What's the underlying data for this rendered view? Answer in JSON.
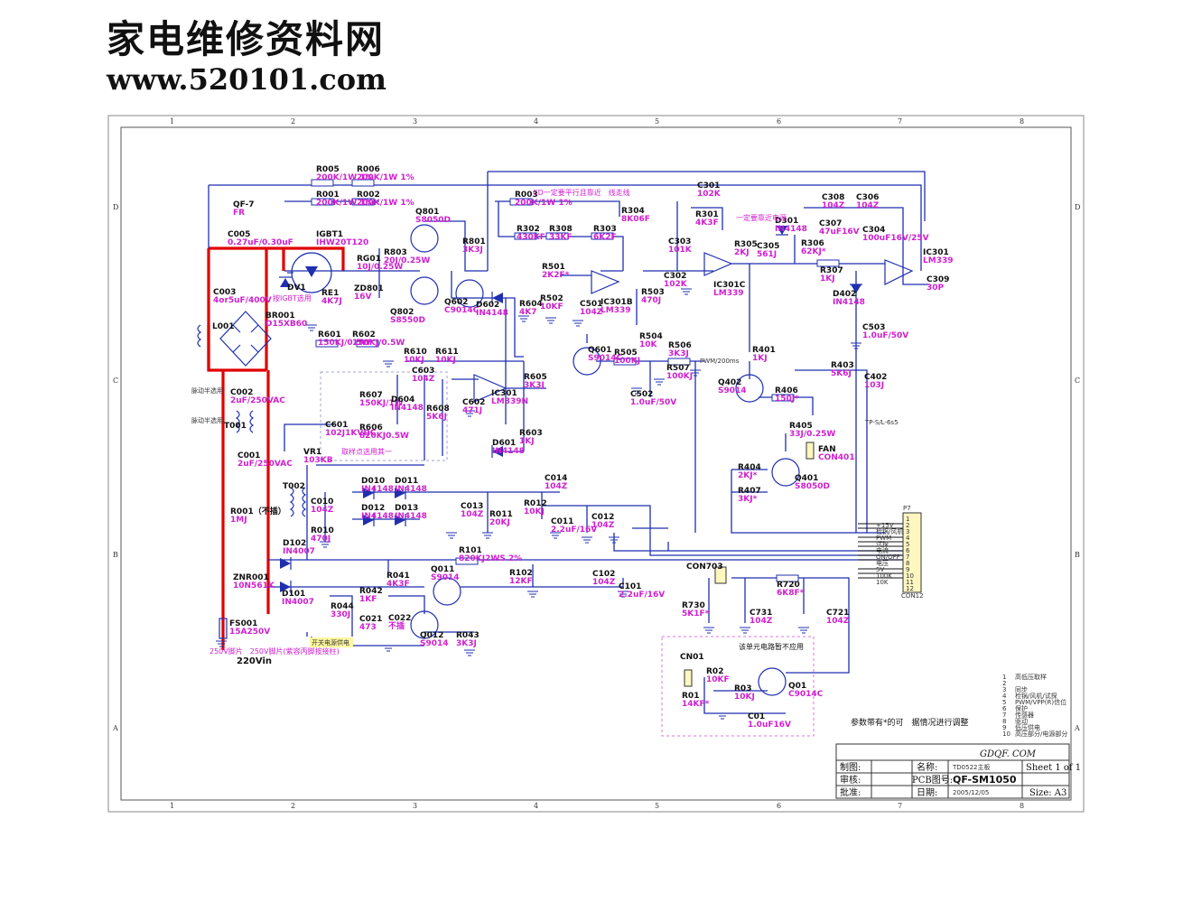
{
  "watermark": {
    "title": "家电维修资料网",
    "url": "www.520101.com"
  },
  "frame": {
    "columns": [
      "1",
      "2",
      "3",
      "4",
      "5",
      "6",
      "7",
      "8"
    ],
    "rows": [
      "D",
      "C",
      "B",
      "A"
    ]
  },
  "components": [
    {
      "ref": "R005",
      "value": "200K/1W 1%"
    },
    {
      "ref": "R006",
      "value": "200K/1W 1%"
    },
    {
      "ref": "R001",
      "value": "200K/1W 1%"
    },
    {
      "ref": "R002",
      "value": "200K/1W 1%"
    },
    {
      "ref": "R003",
      "value": "200K/1W 1%"
    },
    {
      "ref": "R304",
      "value": "8K06F"
    },
    {
      "ref": "R302",
      "value": "430KF"
    },
    {
      "ref": "R308",
      "value": "33KF"
    },
    {
      "ref": "R303",
      "value": "6K2F"
    },
    {
      "ref": "C301",
      "value": "102K"
    },
    {
      "ref": "R301",
      "value": "4K3F"
    },
    {
      "ref": "C303",
      "value": "101K"
    },
    {
      "ref": "C302",
      "value": "102K"
    },
    {
      "ref": "IC301C",
      "value": "LM339"
    },
    {
      "ref": "R305",
      "value": "2KJ"
    },
    {
      "ref": "C305",
      "value": "561J"
    },
    {
      "ref": "D301",
      "value": "IN4148"
    },
    {
      "ref": "C308",
      "value": "104Z"
    },
    {
      "ref": "C306",
      "value": "104Z"
    },
    {
      "ref": "C307",
      "value": "47uF16V"
    },
    {
      "ref": "C304",
      "value": "100uF16V/25V"
    },
    {
      "ref": "R306",
      "value": "62KJ*"
    },
    {
      "ref": "R307",
      "value": "1KJ"
    },
    {
      "ref": "IC301",
      "value": "LM339"
    },
    {
      "ref": "C309",
      "value": "30P"
    },
    {
      "ref": "D402",
      "value": "IN4148"
    },
    {
      "ref": "C503",
      "value": "1.0uF/50V"
    },
    {
      "ref": "IGBT1",
      "value": "IHW20T120"
    },
    {
      "ref": "QF-7",
      "value": "FR"
    },
    {
      "ref": "C005",
      "value": "0.27uF/0.30uF"
    },
    {
      "ref": "RG01",
      "value": "10J/0.25W"
    },
    {
      "ref": "R803",
      "value": "20J/0.25W"
    },
    {
      "ref": "Q801",
      "value": "S8050D"
    },
    {
      "ref": "R801",
      "value": "3K3J"
    },
    {
      "ref": "Q802",
      "value": "S8550D"
    },
    {
      "ref": "Q602",
      "value": "C9014C"
    },
    {
      "ref": "D602",
      "value": "IN4148"
    },
    {
      "ref": "DV1",
      "value": ""
    },
    {
      "ref": "RE1",
      "value": "4K7J"
    },
    {
      "ref": "ZD801",
      "value": "16V"
    },
    {
      "ref": "C003",
      "value": "4or5uF/400V"
    },
    {
      "ref": "BR001",
      "value": "D15XB60"
    },
    {
      "ref": "L001",
      "value": ""
    },
    {
      "ref": "R601",
      "value": "150KJ/0.5W"
    },
    {
      "ref": "R602",
      "value": "150KJ/0.5W"
    },
    {
      "ref": "R610",
      "value": "10KJ"
    },
    {
      "ref": "R611",
      "value": "10KJ"
    },
    {
      "ref": "C603",
      "value": "104Z"
    },
    {
      "ref": "R607",
      "value": "150KJ/1W"
    },
    {
      "ref": "D604",
      "value": "IN4148"
    },
    {
      "ref": "R608",
      "value": "5K6J"
    },
    {
      "ref": "C602",
      "value": "471J"
    },
    {
      "ref": "IC301A",
      "value": "LM339N"
    },
    {
      "ref": "R605",
      "value": "3K3J"
    },
    {
      "ref": "R604",
      "value": "4K7"
    },
    {
      "ref": "R501",
      "value": "2K2F*"
    },
    {
      "ref": "R502",
      "value": "10KF"
    },
    {
      "ref": "C501",
      "value": "104Z"
    },
    {
      "ref": "IC301B",
      "value": "LM339"
    },
    {
      "ref": "R503",
      "value": "470J"
    },
    {
      "ref": "Q601",
      "value": "S9014C"
    },
    {
      "ref": "R505",
      "value": "100KJ"
    },
    {
      "ref": "R504",
      "value": "10K"
    },
    {
      "ref": "R506",
      "value": "3K3J"
    },
    {
      "ref": "R507",
      "value": "100KJ"
    },
    {
      "ref": "C502",
      "value": "1.0uF/50V"
    },
    {
      "ref": "R401",
      "value": "1KJ"
    },
    {
      "ref": "Q402",
      "value": "S9014"
    },
    {
      "ref": "R406",
      "value": "150J*"
    },
    {
      "ref": "R403",
      "value": "5K6J"
    },
    {
      "ref": "C402",
      "value": "103J"
    },
    {
      "ref": "R405",
      "value": "33J/0.25W"
    },
    {
      "ref": "FAN",
      "value": "CON401"
    },
    {
      "ref": "R404",
      "value": "2KJ*"
    },
    {
      "ref": "Q401",
      "value": "S8050D"
    },
    {
      "ref": "R407",
      "value": "3KJ*"
    },
    {
      "ref": "C002",
      "value": "2uF/250VAC"
    },
    {
      "ref": "T001",
      "value": ""
    },
    {
      "ref": "C601",
      "value": "102J1KVDC"
    },
    {
      "ref": "R606",
      "value": "820KJ0.5W"
    },
    {
      "ref": "D601",
      "value": "IN4148"
    },
    {
      "ref": "R603",
      "value": "1KJ"
    },
    {
      "ref": "C001",
      "value": "2uF/250VAC"
    },
    {
      "ref": "VR1",
      "value": "103KB"
    },
    {
      "ref": "T002",
      "value": ""
    },
    {
      "ref": "C010",
      "value": "104Z"
    },
    {
      "ref": "R010",
      "value": "470J"
    },
    {
      "ref": "D010",
      "value": "IN4148"
    },
    {
      "ref": "D011",
      "value": "IN4148"
    },
    {
      "ref": "D012",
      "value": "IN4148"
    },
    {
      "ref": "D013",
      "value": "IN4148"
    },
    {
      "ref": "C013",
      "value": "104Z"
    },
    {
      "ref": "R011",
      "value": "20KJ"
    },
    {
      "ref": "C014",
      "value": "104Z"
    },
    {
      "ref": "R012",
      "value": "10KJ"
    },
    {
      "ref": "C011",
      "value": "2.2uF/16V"
    },
    {
      "ref": "C012",
      "value": "104Z"
    },
    {
      "ref": "R001b",
      "value": "1MJ"
    },
    {
      "ref": "D102",
      "value": "IN4007"
    },
    {
      "ref": "R101",
      "value": "820KJ2WS 2%"
    },
    {
      "ref": "ZNR001",
      "value": "10N561K"
    },
    {
      "ref": "D101",
      "value": "IN4007"
    },
    {
      "ref": "R102",
      "value": "12KF"
    },
    {
      "ref": "C102",
      "value": "104Z"
    },
    {
      "ref": "C101",
      "value": "2.2uF/16V"
    },
    {
      "ref": "Q011",
      "value": "S9014"
    },
    {
      "ref": "R041",
      "value": "4K3F"
    },
    {
      "ref": "R042",
      "value": "1KF"
    },
    {
      "ref": "R044",
      "value": "330J"
    },
    {
      "ref": "C022",
      "value": "不插"
    },
    {
      "ref": "C021",
      "value": "473"
    },
    {
      "ref": "Q012",
      "value": "S9014"
    },
    {
      "ref": "R043",
      "value": "3K3J"
    },
    {
      "ref": "FS001",
      "value": "15A250V"
    },
    {
      "ref": "CON703",
      "value": ""
    },
    {
      "ref": "R730",
      "value": "5K1F*"
    },
    {
      "ref": "C731",
      "value": "104Z"
    },
    {
      "ref": "R720",
      "value": "6K8F*"
    },
    {
      "ref": "C721",
      "value": "104Z"
    },
    {
      "ref": "CN01",
      "value": ""
    },
    {
      "ref": "R02",
      "value": "10KF"
    },
    {
      "ref": "R01",
      "value": "14KF*"
    },
    {
      "ref": "R03",
      "value": "10KJ"
    },
    {
      "ref": "Q01",
      "value": "C9014C"
    },
    {
      "ref": "C01",
      "value": "1.0uF16V"
    }
  ],
  "notes": {
    "cd": "CD一定要平行且靠近　线走线",
    "constant": "一定要靠近电源",
    "pwm": "PWM/200ms",
    "tp": "TP-S/L-6s5",
    "res_note": "参数带有*的可　据情况进行调整",
    "unit_note": "该单元电路暂不应用",
    "vin": "220Vin",
    "sw_power": "开关电源供电",
    "wire_note": "250V脚片　250V脚片(紫容丙脚按接柱)",
    "pulse1": "脉动半选用",
    "pulse2": "脉动半选用",
    "igbt_note": "按IGBT选用",
    "sample_note": "取样点选用其一"
  },
  "legend_items": [
    "高低压取样",
    "",
    "同步",
    "检锅/风机/试探",
    "PWM/VPP(R)信位",
    "保护",
    "传感器",
    "驱动",
    "低压供电",
    "高压部分/电源部分"
  ],
  "con12": {
    "label": "CON12",
    "ref": "P7",
    "pins": [
      "1",
      "2",
      "3",
      "4",
      "5",
      "6",
      "7",
      "8",
      "9",
      "10",
      "11",
      "12"
    ],
    "signals": [
      "+15V",
      "检锅/风机",
      "PWM",
      "试探",
      "电流",
      "ON/OFF",
      "电压",
      "5V",
      "100K",
      "10K"
    ]
  },
  "title_block": {
    "site": "GDQF. COM",
    "drawn_label": "制图:",
    "check_label": "审核:",
    "approve_label": "批准:",
    "name_label": "名称:",
    "name_value": "TD0522主板",
    "pcb_label": "PCB图号:",
    "pcb_value": "QF-SM1050",
    "date_label": "日期:",
    "date_value": "2005/12/05",
    "sheet": "Sheet 1 of 1",
    "size": "Size: A3"
  }
}
